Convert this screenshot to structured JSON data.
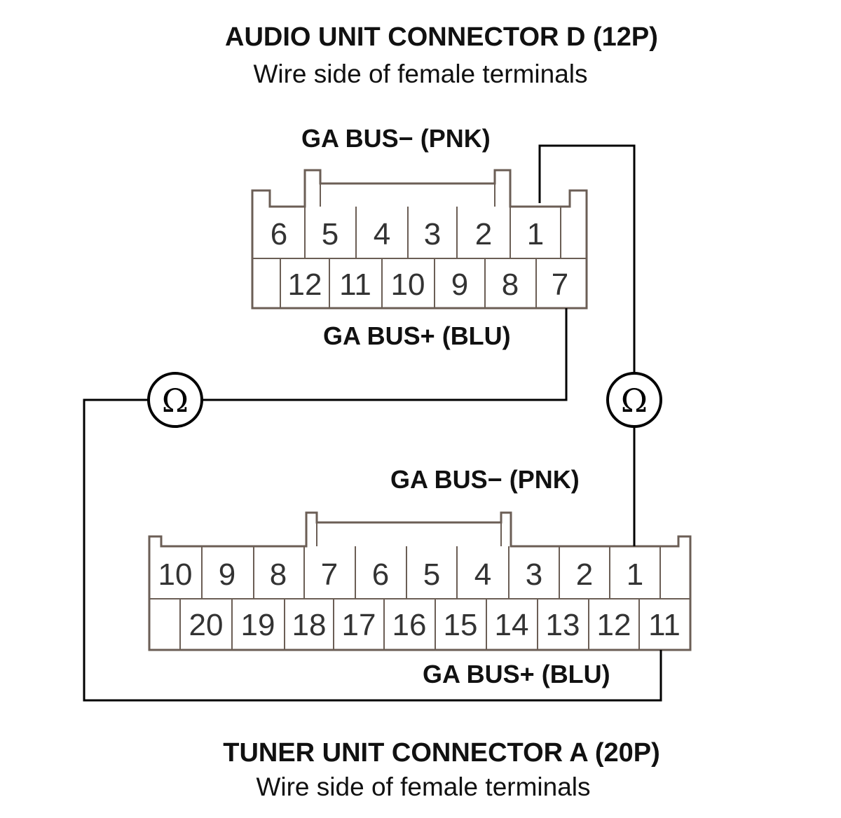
{
  "connector_d": {
    "title": "AUDIO UNIT CONNECTOR D (12P)",
    "subtitle": "Wire side of female terminals",
    "label_minus": "GA BUS− (PNK)",
    "label_plus": "GA BUS+ (BLU)",
    "top_row": [
      "6",
      "5",
      "4",
      "3",
      "2",
      "1"
    ],
    "bottom_row": [
      "12",
      "11",
      "10",
      "9",
      "8",
      "7"
    ]
  },
  "connector_a": {
    "title": "TUNER UNIT CONNECTOR A (20P)",
    "subtitle": "Wire side of female terminals",
    "label_minus": "GA BUS− (PNK)",
    "label_plus": "GA BUS+ (BLU)",
    "top_row": [
      "10",
      "9",
      "8",
      "7",
      "6",
      "5",
      "4",
      "3",
      "2",
      "1"
    ],
    "bottom_row": [
      "20",
      "19",
      "18",
      "17",
      "16",
      "15",
      "14",
      "13",
      "12",
      "11"
    ]
  },
  "meters": {
    "left_symbol": "Ω",
    "right_symbol": "Ω",
    "left_icon": "ohmmeter-icon",
    "right_icon": "ohmmeter-icon"
  }
}
